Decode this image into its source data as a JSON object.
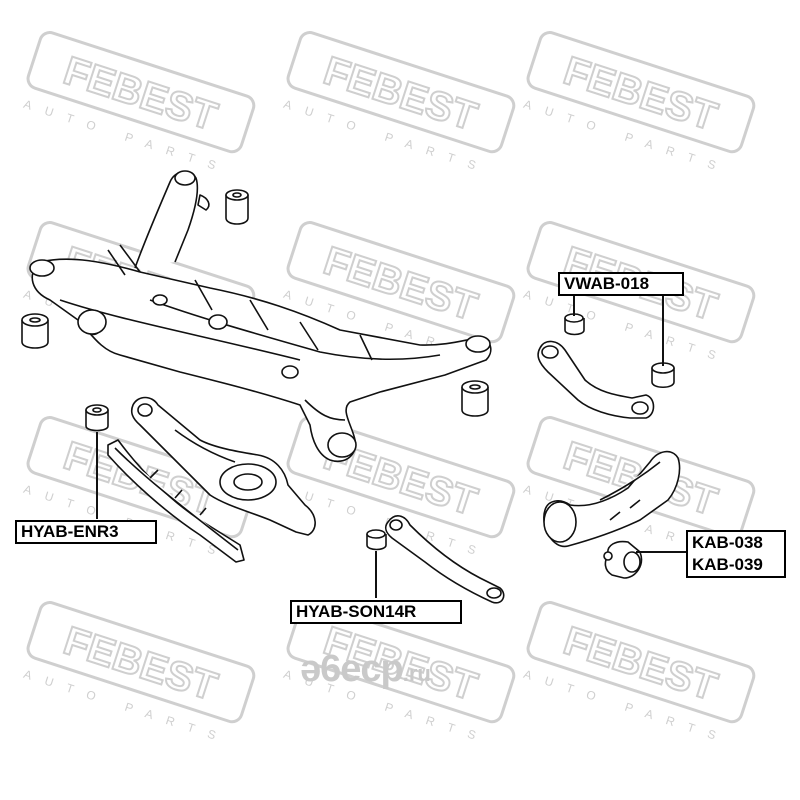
{
  "watermark": {
    "brand": "FEBEST",
    "tagline": "AUTO PARTS"
  },
  "site_logo": {
    "name": "ə6ecp",
    "tld": ".ru"
  },
  "labels": {
    "vwab": "VWAB-018",
    "hyab_enr": "HYAB-ENR3",
    "hyab_son": "HYAB-SON14R",
    "kab_1": "KAB-038",
    "kab_2": "KAB-039"
  },
  "colors": {
    "line": "#111111",
    "watermark": "#cfcfcf",
    "part_fill": "#ffffff"
  }
}
